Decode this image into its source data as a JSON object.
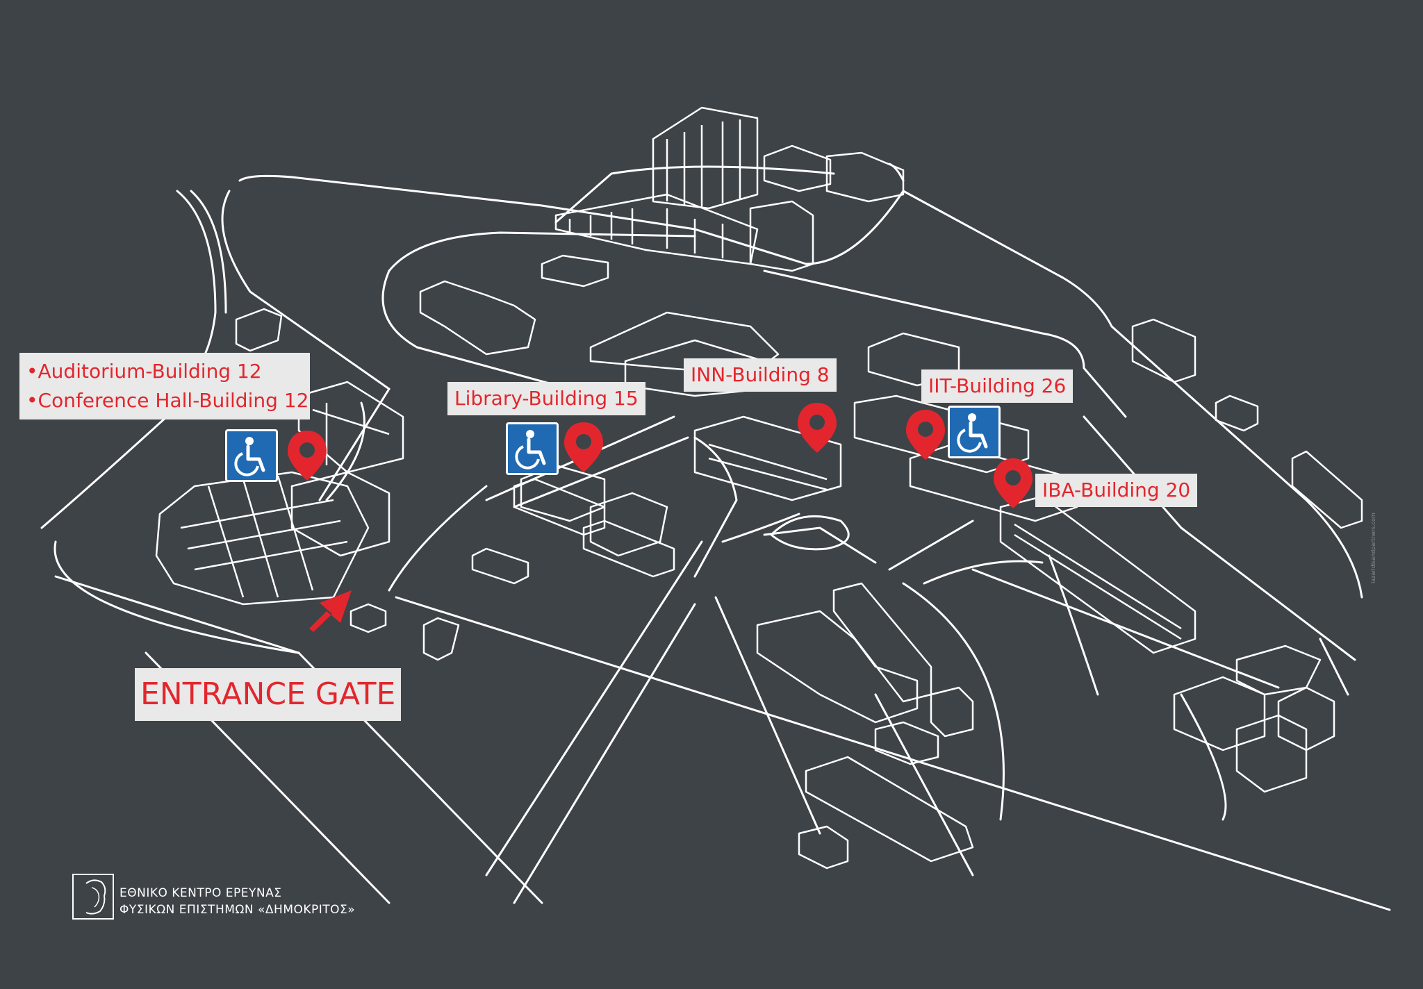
{
  "colors": {
    "background": "#3e4348",
    "line": "#ffffff",
    "label_bg": "#e9e9e9",
    "label_text": "#e3262d",
    "pin": "#e3262d",
    "accessibility": "#1f6ab3"
  },
  "labels": {
    "auditorium_line1": "•Auditorium-Building 12",
    "auditorium_line2": "•Conference Hall-Building 12",
    "library": "Library-Building 15",
    "inn": "INN-Building 8",
    "iit": "IIT-Building 26",
    "iba": "IBA-Building 20",
    "entrance": "ENTRANCE GATE"
  },
  "icons": {
    "pin": "location-pin-icon",
    "accessible": "wheelchair-accessible-icon",
    "arrow": "entrance-arrow-icon"
  },
  "logo": {
    "line1": "ΕΘΝΙΚΟ ΚΕΝΤΡΟ ΕΡΕΥΝΑΣ",
    "line2": "ΦΥΣΙΚΩΝ ΕΠΙΣΤΗΜΩΝ «ΔΗΜΟΚΡΙΤΟΣ»"
  },
  "credit": "lazaridisandpartners.com"
}
